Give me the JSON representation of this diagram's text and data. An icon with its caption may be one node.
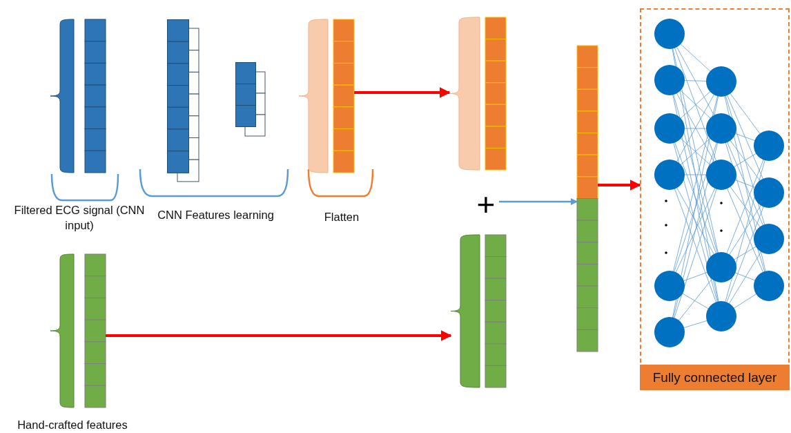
{
  "diagram": {
    "nodes": [
      {
        "text": [],
        "shape": "bar"
      },
      {
        "text": [],
        "shape": "bar"
      },
      {
        "text": [],
        "shape": "bar"
      },
      {
        "text": [],
        "shape": "bar"
      },
      {
        "text": [],
        "shape": "bar"
      },
      {
        "text": [
          "+"
        ]
      },
      {
        "text": [],
        "shape": "bar"
      },
      {
        "text": [
          "Fully connected layer"
        ]
      },
      {
        "text": [],
        "shape": "bar"
      },
      {
        "text": [],
        "shape": "bar"
      }
    ],
    "edges": [
      {
        "from": 3,
        "to": 4,
        "arrow": "to"
      },
      {
        "from": 5,
        "to": 6,
        "arrow": "to",
        "color": "#5b9bd5"
      },
      {
        "from": 6,
        "to": 7,
        "arrow": "to"
      },
      {
        "from": 8,
        "to": 9,
        "arrow": "to"
      }
    ],
    "labels": [
      "Filtered ECG signal (CNN input)",
      "CNN Features learning",
      "Flatten",
      "Hand-crafted features"
    ]
  }
}
